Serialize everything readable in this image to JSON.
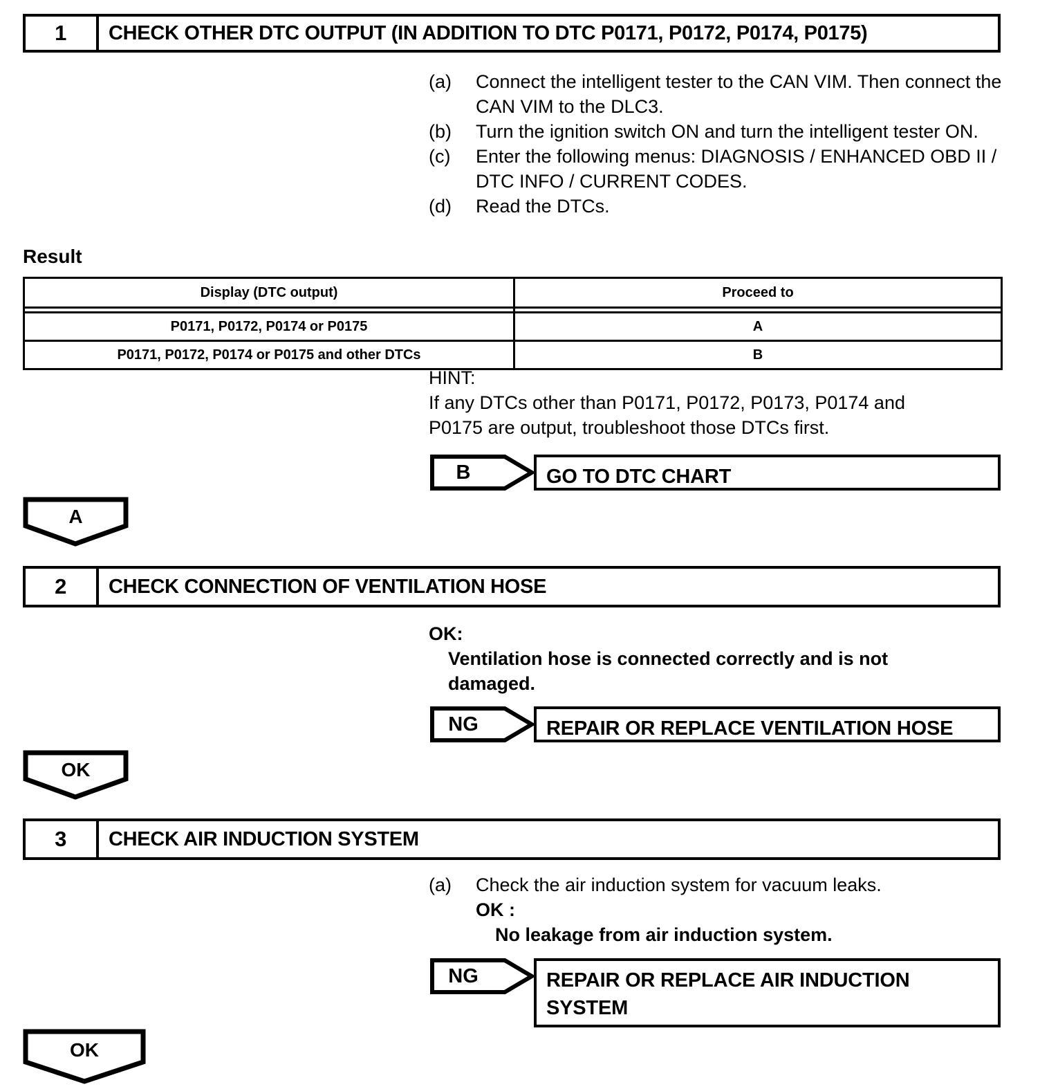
{
  "steps": [
    {
      "number": "1",
      "title": "CHECK OTHER DTC OUTPUT (IN ADDITION TO DTC P0171, P0172, P0174, P0175)",
      "items": [
        {
          "marker": "(a)",
          "text": "Connect the intelligent tester to the CAN VIM. Then connect the CAN VIM to the DLC3."
        },
        {
          "marker": "(b)",
          "text": "Turn the ignition switch ON and turn the intelligent tester ON."
        },
        {
          "marker": "(c)",
          "text": "Enter the following menus: DIAGNOSIS / ENHANCED OBD II / DTC INFO / CURRENT CODES."
        },
        {
          "marker": "(d)",
          "text": "Read the DTCs."
        }
      ]
    },
    {
      "number": "2",
      "title": "CHECK CONNECTION OF VENTILATION HOSE"
    },
    {
      "number": "3",
      "title": "CHECK AIR INDUCTION SYSTEM"
    }
  ],
  "result": {
    "label": "Result",
    "headers": [
      "Display (DTC output)",
      "Proceed to"
    ],
    "rows": [
      [
        "P0171, P0172, P0174 or P0175",
        "A"
      ],
      [
        "P0171, P0172, P0174 or P0175 and other DTCs",
        "B"
      ]
    ]
  },
  "hint": {
    "title": "HINT:",
    "line1": "If any DTCs other than P0171, P0172, P0173, P0174 and",
    "line2": "P0175 are output, troubleshoot those DTCs first."
  },
  "branches": [
    {
      "label": "B",
      "action_line1": "GO TO DTC CHART",
      "action_line2": ""
    },
    {
      "label": "NG",
      "action_line1": "REPAIR OR REPLACE VENTILATION HOSE",
      "action_line2": ""
    },
    {
      "label": "NG",
      "action_line1": "REPAIR OR REPLACE AIR INDUCTION",
      "action_line2": "SYSTEM"
    }
  ],
  "connectors": [
    {
      "label": "A"
    },
    {
      "label": "OK"
    },
    {
      "label": "OK"
    }
  ],
  "step2_ok": {
    "title": "OK:",
    "line1": "Ventilation hose is connected correctly and is not",
    "line2": "damaged."
  },
  "step3_body": {
    "marker": "(a)",
    "text": "Check the air induction system for vacuum leaks.",
    "ok_title": "OK :",
    "ok_text": "No leakage from air induction system."
  },
  "colors": {
    "ink": "#000000",
    "paper": "#ffffff"
  }
}
